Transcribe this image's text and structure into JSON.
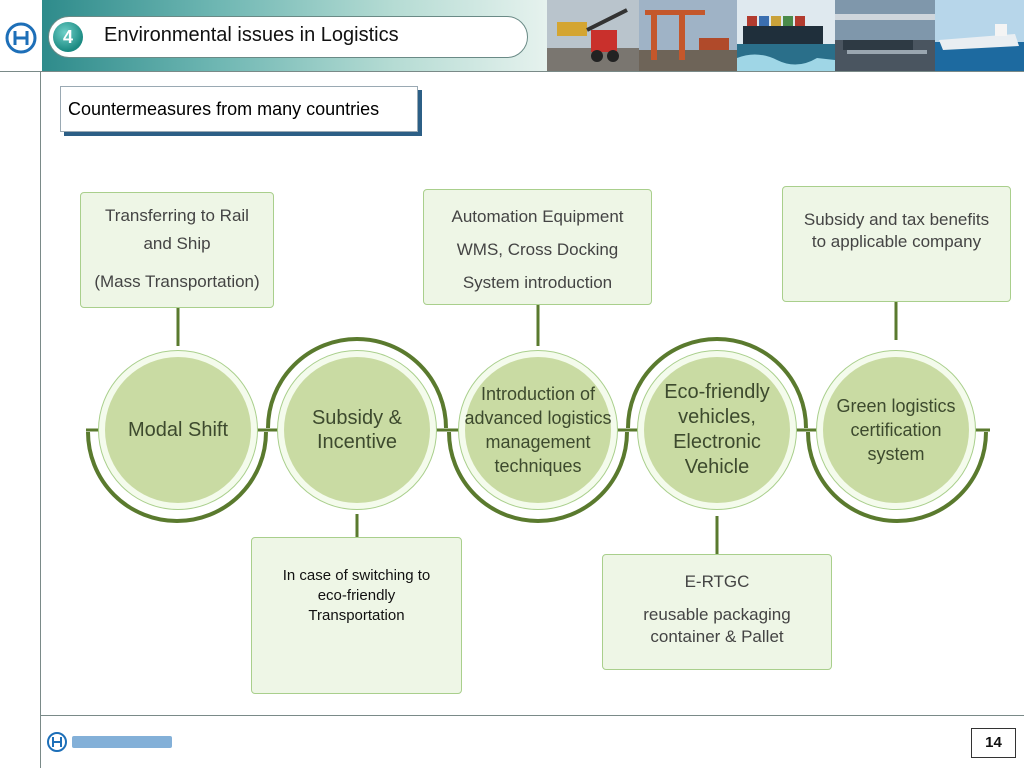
{
  "header": {
    "section_number": "4",
    "title": "Environmental issues in Logistics"
  },
  "subtitle": "Countermeasures from many countries",
  "circles": [
    {
      "label": "Modal Shift"
    },
    {
      "label": "Subsidy & Incentive"
    },
    {
      "label": "Introduction of advanced logistics management techniques"
    },
    {
      "label": "Eco-friendly vehicles, Electronic Vehicle"
    },
    {
      "label": "Green logistics certification system"
    }
  ],
  "boxes": {
    "modal_shift": {
      "line1": "Transferring to Rail",
      "line2": "and Ship",
      "line3": "(Mass Transportation)"
    },
    "advanced": {
      "line1": "Automation Equipment",
      "line2": "WMS, Cross Docking",
      "line3": "System introduction"
    },
    "green": {
      "text": "Subsidy and tax benefits to applicable company"
    },
    "subsidy": {
      "text": "In case of switching to eco-friendly Transportation"
    },
    "eco": {
      "line1": "E-RTGC",
      "line2": "reusable packaging container & Pallet"
    }
  },
  "footer": {
    "page_number": "14"
  },
  "colors": {
    "accent_green": "#5a7a2e",
    "disc_green": "#c9dba3",
    "box_fill": "#eef6e6",
    "teal": "#2e8b8b"
  }
}
